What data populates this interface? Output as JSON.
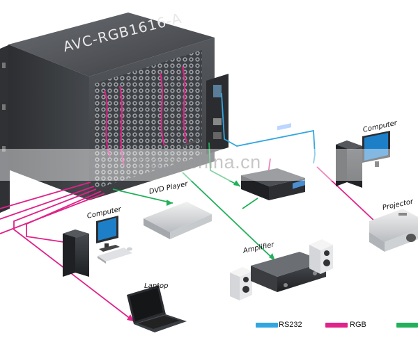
{
  "device": {
    "model": "AVC-RGB1616-A"
  },
  "labels": {
    "dvd_player": "DVD Player",
    "computer_left": "Computer",
    "computer_right": "Computer",
    "projector": "Projector",
    "amplifier": "Amplifier",
    "laptop": "Laptop"
  },
  "legend": [
    {
      "name": "RS232",
      "color": "#33a6e0"
    },
    {
      "name": "RGB",
      "color": "#e0228a"
    },
    {
      "name": "",
      "color": "#22b05a"
    }
  ],
  "watermark": "trade.china.cn",
  "colors": {
    "rs232": "#33a6e0",
    "rgb": "#e0228a",
    "audio": "#22b05a"
  }
}
